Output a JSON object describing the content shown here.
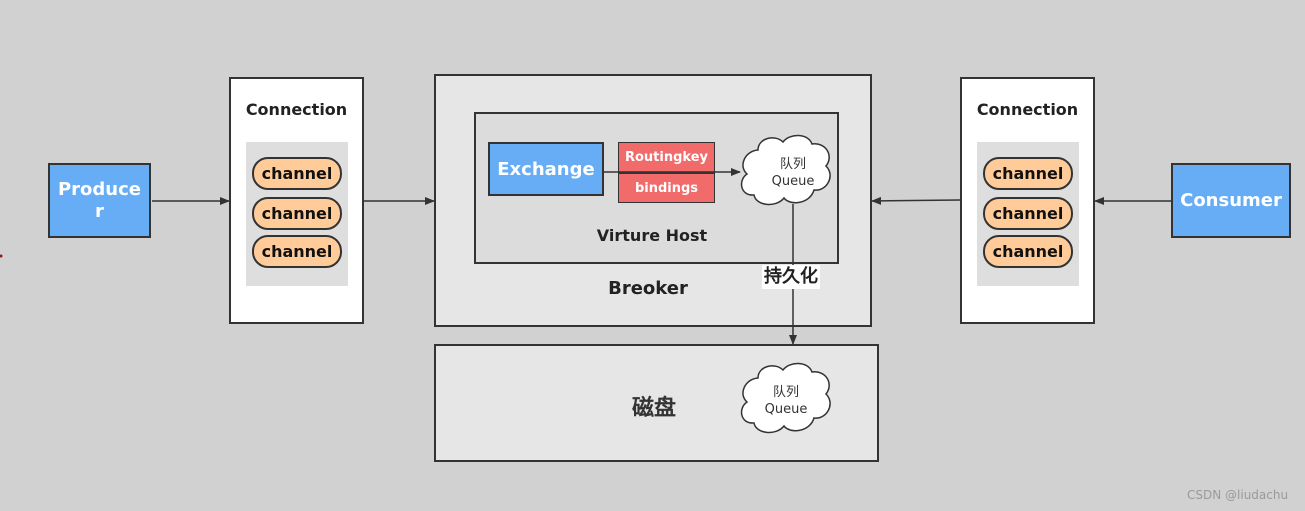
{
  "producer": {
    "label_line1": "Produce",
    "label_line2": "r"
  },
  "consumer": {
    "label": "Consumer"
  },
  "left_connection": {
    "title": "Connection",
    "channels": [
      "channel",
      "channel",
      "channel"
    ]
  },
  "right_connection": {
    "title": "Connection",
    "channels": [
      "channel",
      "channel",
      "channel"
    ]
  },
  "broker": {
    "label": "Breoker"
  },
  "vhost": {
    "label": "Virture Host",
    "exchange": "Exchange",
    "routingkey": "Routingkey",
    "bindings": "bindings",
    "queue_cn": "队列",
    "queue_en": "Queue"
  },
  "persist": {
    "label": "持久化"
  },
  "disk": {
    "label": "磁盘",
    "queue_cn": "队列",
    "queue_en": "Queue"
  },
  "watermark": "CSDN @liudachu",
  "colors": {
    "background": "#d1d1d1",
    "blue": "#66adf5",
    "channel": "#ffcc99",
    "red": "#f26b6b"
  }
}
